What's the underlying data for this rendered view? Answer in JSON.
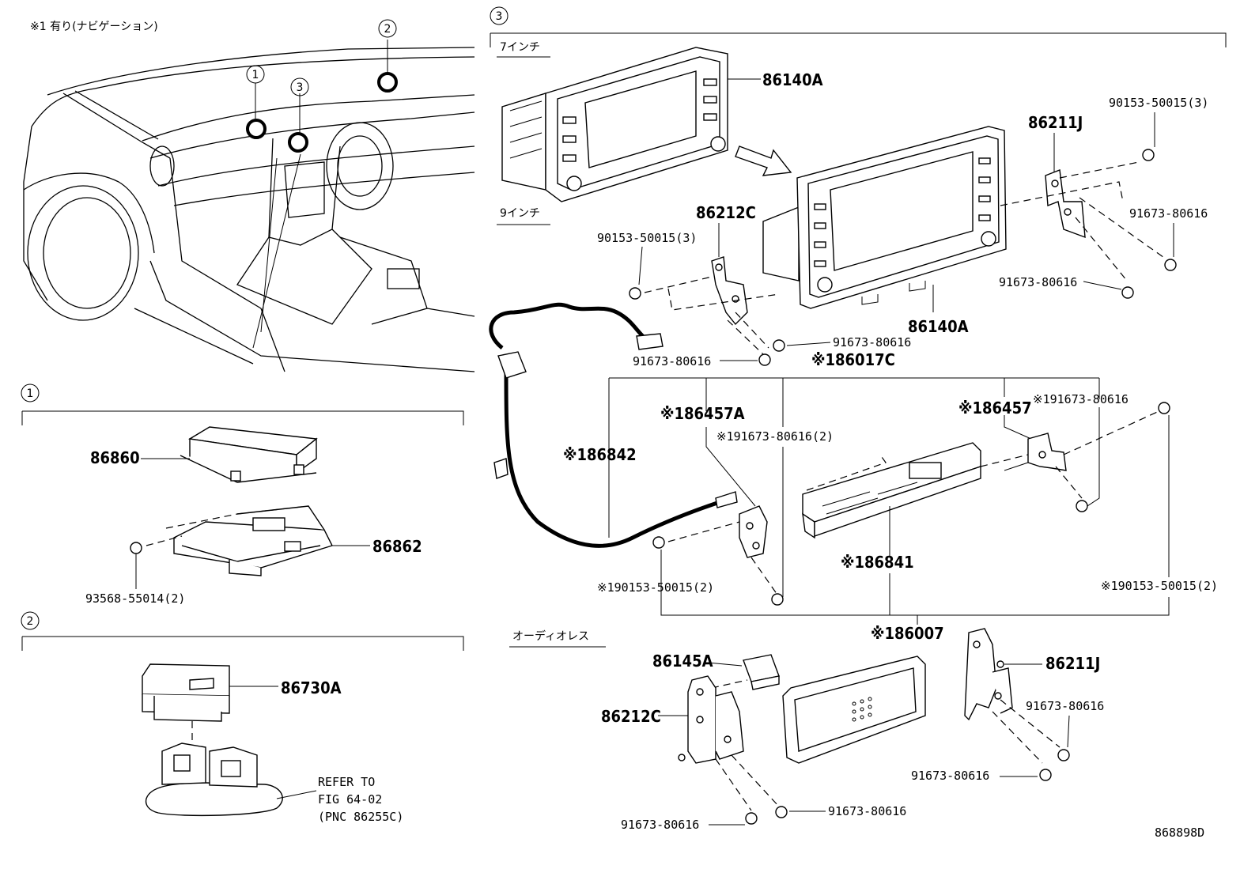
{
  "note": "※1 有り(ナビゲーション)",
  "sections": {
    "s1": "1",
    "s2": "2",
    "s3": "3"
  },
  "subsections": {
    "seven_inch": "7インチ",
    "nine_inch": "9インチ",
    "audioless": "オーディオレス"
  },
  "labels": {
    "p86860": "86860",
    "p86862": "86862",
    "p93568": "93568-55014(2)",
    "p86730A": "86730A",
    "refer1": "REFER TO",
    "refer2": "FIG 64-02",
    "refer3": "(PNC 86255C)",
    "p86140A_top": "86140A",
    "p90153_top": "90153-50015(3)",
    "p86211J_top": "86211J",
    "p91673_r1": "91673-80616",
    "p86212C_top": "86212C",
    "p90153_left": "90153-50015(3)",
    "p91673_r2": "91673-80616",
    "p86140A_mid": "86140A",
    "p91673_mid": "91673-80616",
    "p91673_low": "91673-80616",
    "p86017C": "※186017C",
    "p86457A": "※186457A",
    "p91673_2": "※191673-80616(2)",
    "p86457": "※186457",
    "p91673_x": "※191673-80616",
    "p86842": "※186842",
    "p86841": "※186841",
    "p90153_x2a": "※190153-50015(2)",
    "p90153_x2b": "※190153-50015(2)",
    "p86007": "※186007",
    "p86145A": "86145A",
    "p86211J_bot": "86211J",
    "p86212C_bot": "86212C",
    "p91673_b1": "91673-80616",
    "p91673_b2": "91673-80616",
    "p91673_b3": "91673-80616",
    "p91673_b4": "91673-80616",
    "figure_id": "868898D"
  }
}
